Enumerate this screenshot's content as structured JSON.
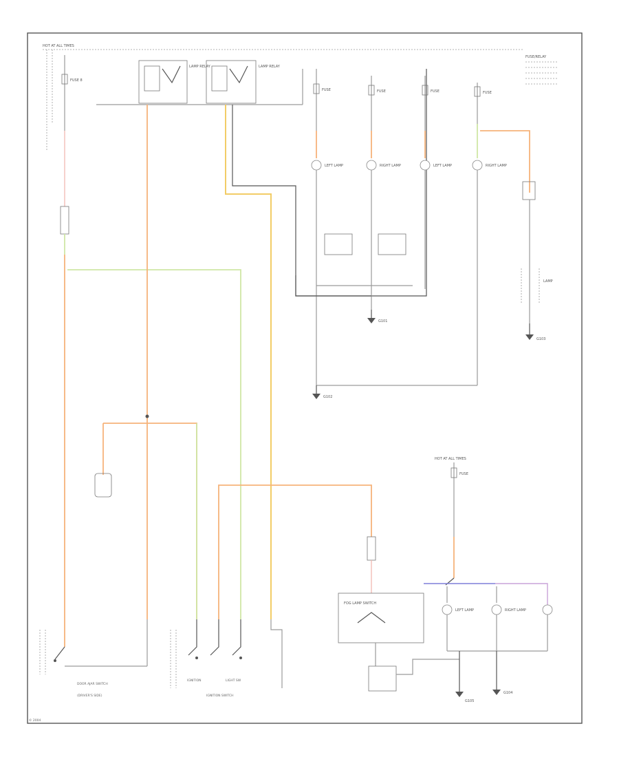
{
  "diagram": {
    "fuse_panels": {
      "hot_at_all_times": "HOT AT ALL TIMES",
      "fuse_panel_top_right": "FUSE/RELAY",
      "hot_at_all_times_lower": "HOT AT ALL TIMES"
    },
    "relays": {
      "left": "LAMP RELAY",
      "right": "LAMP RELAY"
    },
    "fuses": {
      "f1": "FUSE 8",
      "f2": "FUSE",
      "f3": "FUSE",
      "f4": "FUSE",
      "f5": "FUSE",
      "f6": "FUSE"
    },
    "lamps": {
      "l1": "LEFT LAMP",
      "l2": "RIGHT LAMP",
      "l3": "LEFT LAMP",
      "l4": "RIGHT LAMP",
      "l5": "LAMP",
      "l6": "LEFT LAMP",
      "l7": "RIGHT LAMP"
    },
    "grounds": {
      "g1": "G101",
      "g2": "G102",
      "g3": "G103",
      "g4": "G104",
      "g5": "G105"
    },
    "switches": {
      "door_ajar_switch": "DOOR AJAR SWITCH",
      "door_ajar_caption": "(DRIVER'S SIDE)",
      "ignition_switch_left": "IGNITION",
      "ignition_switch_right": "LIGHT SW",
      "ignition_caption": "IGNITION SWITCH",
      "fog_switch": "FOG LAMP SWITCH"
    },
    "other": {
      "page_ref": "© 2004"
    }
  }
}
